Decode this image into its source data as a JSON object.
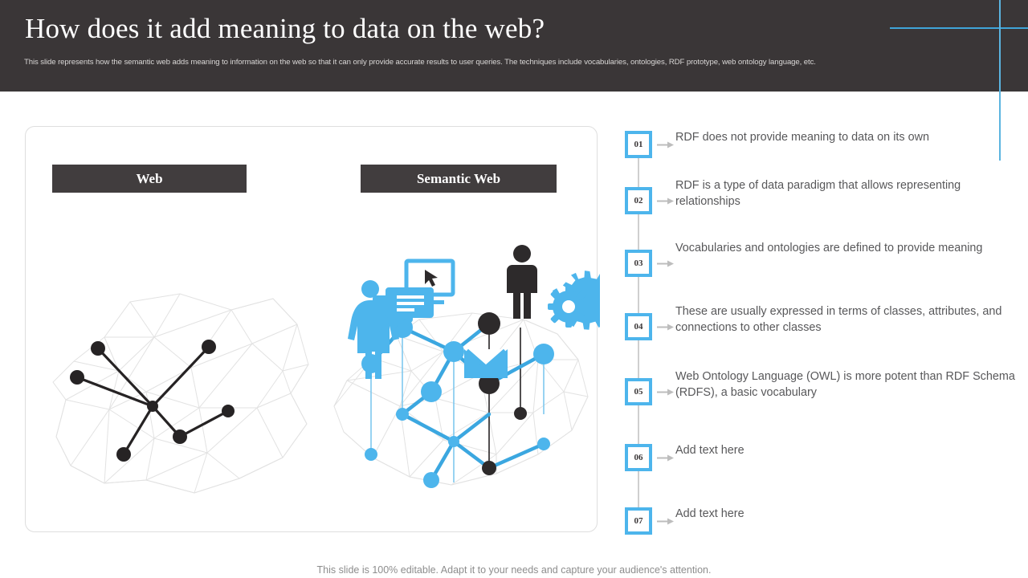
{
  "header": {
    "title": "How does it add meaning to data on the web?",
    "subtitle": "This slide represents how the semantic web adds meaning to information on the web so that it can only provide accurate results to user queries. The techniques include vocabularies, ontologies, RDF prototype,  web ontology language, etc.",
    "background_color": "#3a3637",
    "accent_color": "#4db5ec"
  },
  "diagram": {
    "columns": [
      {
        "label": "Web"
      },
      {
        "label": "Semantic Web"
      }
    ],
    "icons": [
      "woman-icon",
      "monitor-cursor-icon",
      "chat-bubbles-icon",
      "envelope-icon",
      "person-icon",
      "gear-icon"
    ]
  },
  "steps": [
    {
      "number": "01",
      "text": "RDF does not provide meaning to data on its own"
    },
    {
      "number": "02",
      "text": "RDF is a type of data paradigm that  allows representing relationships"
    },
    {
      "number": "03",
      "text": "Vocabularies and ontologies are defined to provide meaning"
    },
    {
      "number": "04",
      "text": "These  are usually  expressed in terms  of classes, attributes,  and connections to other  classes"
    },
    {
      "number": "05",
      "text": "Web Ontology  Language  (OWL) is more potent  than RDF Schema (RDFS), a basic vocabulary"
    },
    {
      "number": "06",
      "text": "Add text here"
    },
    {
      "number": "07",
      "text": "Add text here"
    }
  ],
  "footer": {
    "note": "This slide is 100% editable. Adapt it to your needs and capture your audience's attention."
  }
}
